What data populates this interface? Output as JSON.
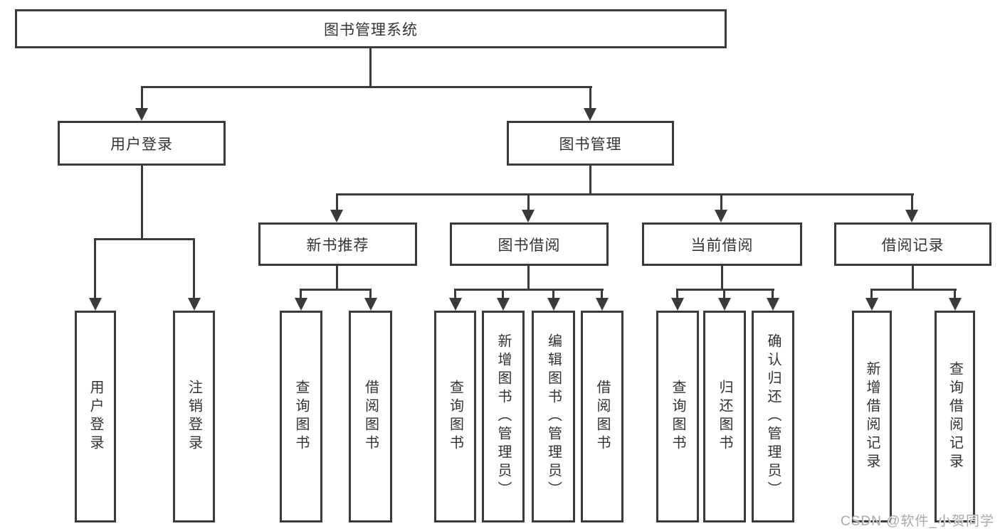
{
  "tree": {
    "root": {
      "label": "图书管理系统"
    },
    "level2": [
      {
        "label": "用户登录"
      },
      {
        "label": "图书管理"
      }
    ],
    "level3": [
      {
        "label": "新书推荐",
        "parent": "图书管理"
      },
      {
        "label": "图书借阅",
        "parent": "图书管理"
      },
      {
        "label": "当前借阅",
        "parent": "图书管理"
      },
      {
        "label": "借阅记录",
        "parent": "图书管理"
      }
    ],
    "leaves": [
      {
        "label": "用户登录",
        "parent": "用户登录"
      },
      {
        "label": "注销登录",
        "parent": "用户登录"
      },
      {
        "label": "查询图书",
        "parent": "新书推荐"
      },
      {
        "label": "借阅图书",
        "parent": "新书推荐"
      },
      {
        "label": "查询图书",
        "parent": "图书借阅"
      },
      {
        "label": "新增图书（管理员）",
        "parent": "图书借阅"
      },
      {
        "label": "编辑图书（管理员）",
        "parent": "图书借阅"
      },
      {
        "label": "借阅图书",
        "parent": "图书借阅"
      },
      {
        "label": "查询图书",
        "parent": "当前借阅"
      },
      {
        "label": "归还图书",
        "parent": "当前借阅"
      },
      {
        "label": "确认归还（管理员）",
        "parent": "当前借阅"
      },
      {
        "label": "新增借阅记录",
        "parent": "借阅记录"
      },
      {
        "label": "查询借阅记录",
        "parent": "借阅记录"
      }
    ]
  },
  "watermark": "CSDN @软件_小贺同学",
  "colors": {
    "line": "#3a3a3a",
    "text": "#333333",
    "background": "#ffffff",
    "watermark": "#a9a9a9"
  }
}
